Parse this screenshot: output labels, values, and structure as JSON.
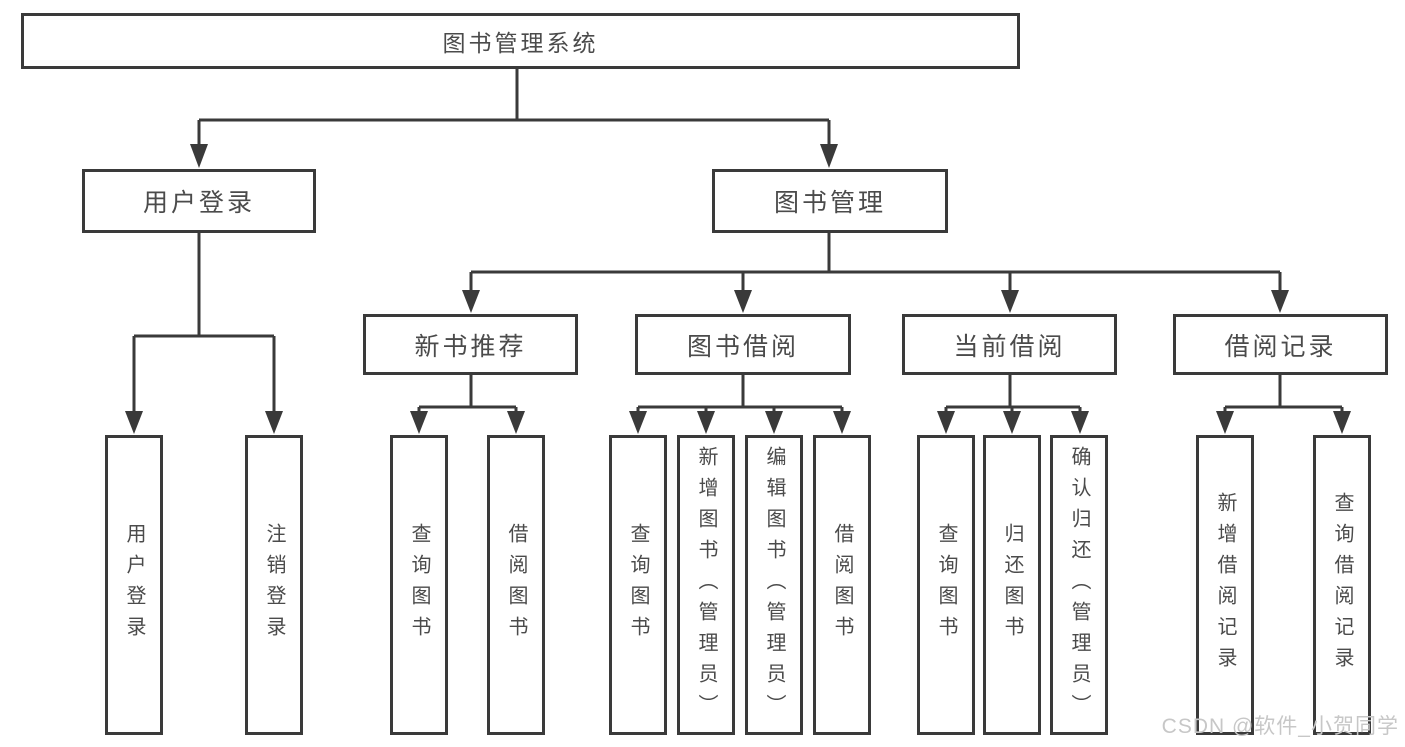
{
  "tree": {
    "root": "图书管理系统",
    "children": [
      {
        "label": "用户登录",
        "children": [
          "用户登录",
          "注销登录"
        ]
      },
      {
        "label": "图书管理",
        "children": [
          {
            "label": "新书推荐",
            "children": [
              "查询图书",
              "借阅图书"
            ]
          },
          {
            "label": "图书借阅",
            "children": [
              "查询图书",
              "新增图书（管理员）",
              "编辑图书（管理员）",
              "借阅图书"
            ]
          },
          {
            "label": "当前借阅",
            "children": [
              "查询图书",
              "归还图书",
              "确认归还（管理员）"
            ]
          },
          {
            "label": "借阅记录",
            "children": [
              "新增借阅记录",
              "查询借阅记录"
            ]
          }
        ]
      }
    ]
  },
  "watermark": {
    "text": "CSDN @软件_小贺同学"
  },
  "colors": {
    "line": "#3a3a3a",
    "text": "#4b4b4b",
    "watermark": "#c7c7c7",
    "background": "#ffffff"
  }
}
